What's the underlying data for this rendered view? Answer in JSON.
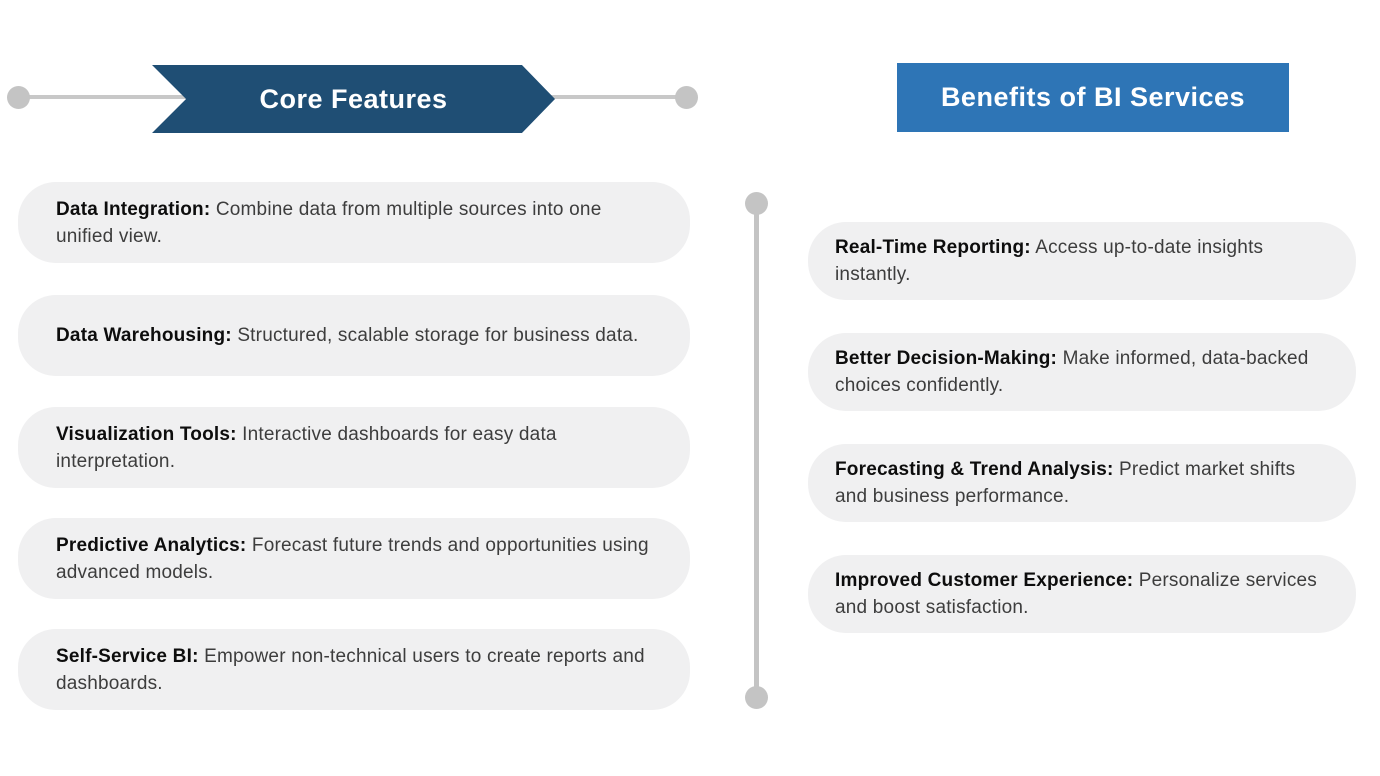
{
  "colors": {
    "banner_navy": "#1f4e74",
    "header_blue": "#2e75b6",
    "card_background": "#f0f0f1",
    "connector_gray": "#c4c4c4",
    "header_text": "#ffffff",
    "title_text": "#0d0d0d",
    "body_text": "#3d3d3d"
  },
  "left_section": {
    "header": "Core Features",
    "items": [
      {
        "title": "Data Integration:",
        "description": "Combine data from multiple sources into one unified view."
      },
      {
        "title": "Data Warehousing:",
        "description": "Structured, scalable storage for business data."
      },
      {
        "title": "Visualization Tools:",
        "description": "Interactive dashboards for easy data interpretation."
      },
      {
        "title": "Predictive Analytics:",
        "description": "Forecast future trends and opportunities using advanced models."
      },
      {
        "title": "Self-Service BI:",
        "description": "Empower non-technical users to create reports and dashboards."
      }
    ]
  },
  "right_section": {
    "header": "Benefits of BI Services",
    "items": [
      {
        "title": "Real-Time Reporting:",
        "description": "Access up-to-date insights instantly."
      },
      {
        "title": "Better Decision-Making:",
        "description": "Make informed, data-backed choices confidently."
      },
      {
        "title": "Forecasting & Trend Analysis:",
        "description": "Predict market shifts and business performance."
      },
      {
        "title": "Improved Customer Experience:",
        "description": "Personalize services and boost satisfaction."
      }
    ]
  }
}
